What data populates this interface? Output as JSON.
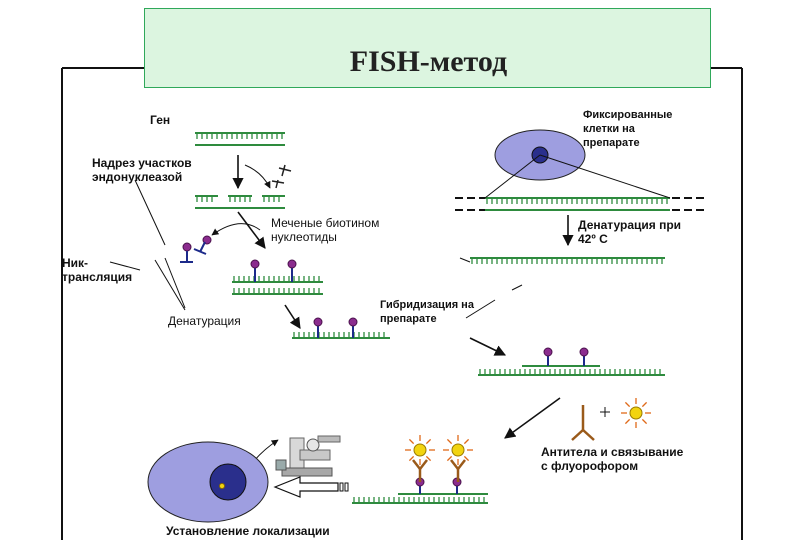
{
  "title": "FISH-метод",
  "labels": {
    "gene": "Ген",
    "fixed_cells": "Фиксированные\nклетки на\nпрепарате",
    "endonuclease_cut": "Надрез участков\nэндонуклеазой",
    "biotin_nucleotides": "Меченые биотином\nнуклеотиды",
    "denaturation_temp": "Денатурация при\n42º С",
    "nick_translation": "Ник-\nтрансляция",
    "hybridization": "Гибридизация на\nпрепарате",
    "denaturation": "Денатурация",
    "antibodies": "Антитела и связывание\nс флуорофором",
    "localization": "Установление локализации"
  },
  "colors": {
    "title_bg": "#dcf5e0",
    "title_border": "#2fa85a",
    "dna_green": "#2e8b3e",
    "probe_blue": "#1c2a8a",
    "label_purple": "#8b2c8e",
    "cell_lavender": "#9e9ee0",
    "nucleus_blue": "#2a2f8c",
    "arrow_black": "#111111",
    "antibody_brown": "#9a5a1a",
    "fluoro_yellow": "#f2d410",
    "fluoro_ray_orange": "#e06a1a"
  }
}
